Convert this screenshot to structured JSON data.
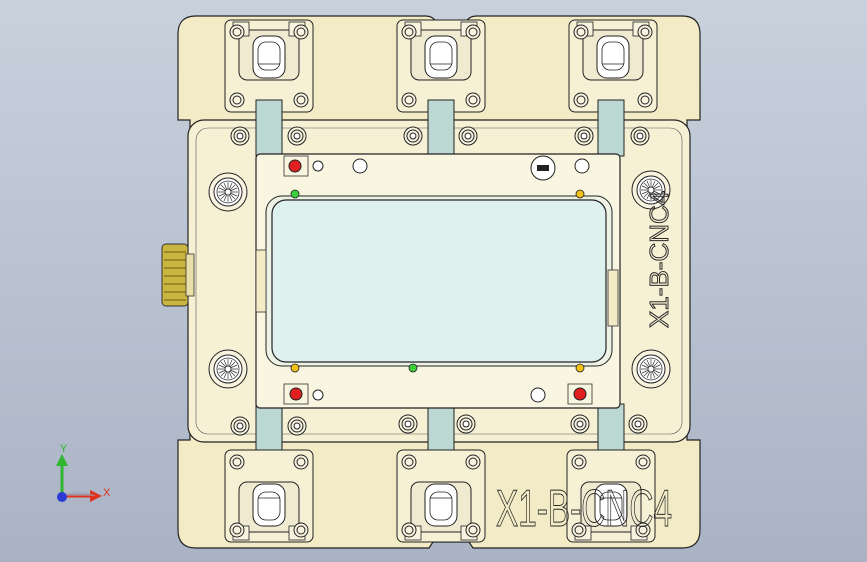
{
  "part": {
    "side_engraving": "X1-B-CNC4",
    "bottom_engraving": "X1-B-CNC4"
  },
  "triad": {
    "x_label": "X",
    "y_label": "Y"
  },
  "colors": {
    "background_top": "#c9d1dd",
    "background_bottom": "#a9b3c4",
    "base_plate": "#f2ebc6",
    "inner_plate": "#f6f1d4",
    "window": "#dff1ee",
    "clamp_arm": "#bcd8d2",
    "pin_red": "#e02020",
    "pin_green": "#3ccf3c",
    "pin_yellow": "#f2c21b",
    "axis_x": "#e0321e",
    "axis_y": "#2fb52f",
    "axis_z": "#2d3bd6"
  }
}
